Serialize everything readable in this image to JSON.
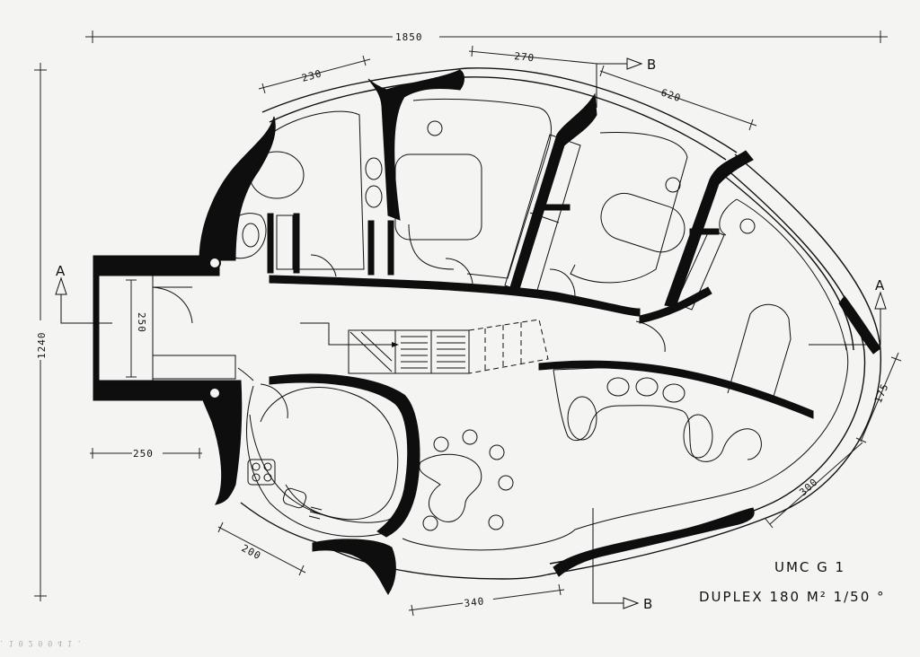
{
  "dimensions": {
    "total_width": "1850",
    "total_height": "1240",
    "segment_230": "230",
    "segment_270": "270",
    "segment_620": "620",
    "entry_depth": "250",
    "lower_left": "250",
    "lower_200": "200",
    "lower_340": "340",
    "right_175": "175",
    "right_300": "300"
  },
  "sections": {
    "a_left": "A",
    "a_right": "A",
    "b_top": "B",
    "b_bottom": "B"
  },
  "title_block": {
    "model": "UMC  G 1",
    "description": "DUPLEX 180 M² 1/50 °"
  },
  "archive_stamp": "2 . 1 0 2 0 0 4 1 ."
}
